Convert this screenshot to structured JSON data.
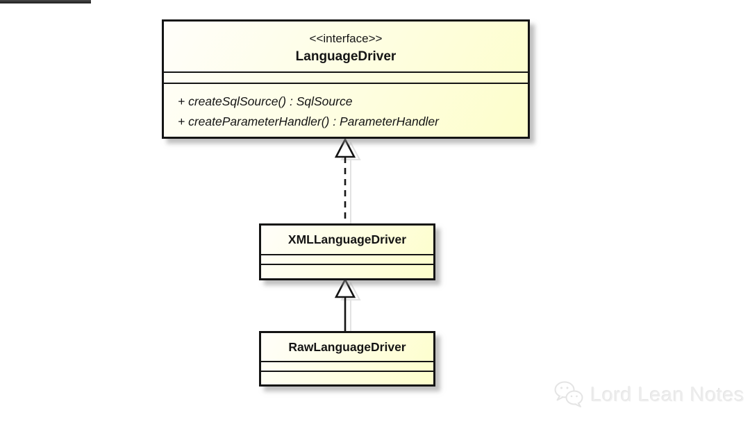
{
  "page": {
    "background_color": "#ffffff",
    "top_bar_color": "#2a2a2a"
  },
  "diagram": {
    "interface_class": {
      "stereotype": "<<interface>>",
      "name": "LanguageDriver",
      "fields": [],
      "methods": [
        "+ createSqlSource() : SqlSource",
        "+ createParameterHandler() : ParameterHandler"
      ]
    },
    "classes": [
      {
        "name": "XMLLanguageDriver",
        "fields": [],
        "methods": []
      },
      {
        "name": "RawLanguageDriver",
        "fields": [],
        "methods": []
      }
    ],
    "relations": [
      {
        "from": "XMLLanguageDriver",
        "to": "LanguageDriver",
        "type": "realization",
        "line": "dashed",
        "arrowhead": "hollow-triangle"
      },
      {
        "from": "RawLanguageDriver",
        "to": "XMLLanguageDriver",
        "type": "generalization",
        "line": "solid",
        "arrowhead": "hollow-triangle"
      }
    ],
    "colors": {
      "box_fill_start": "#fffefa",
      "box_fill_end": "#fdfecb",
      "box_border": "#141414",
      "shadow": "#c0c0c0"
    }
  },
  "watermark": {
    "icon": "wechat-icon",
    "text": "Lord Lean Notes",
    "color": "#ececec"
  }
}
